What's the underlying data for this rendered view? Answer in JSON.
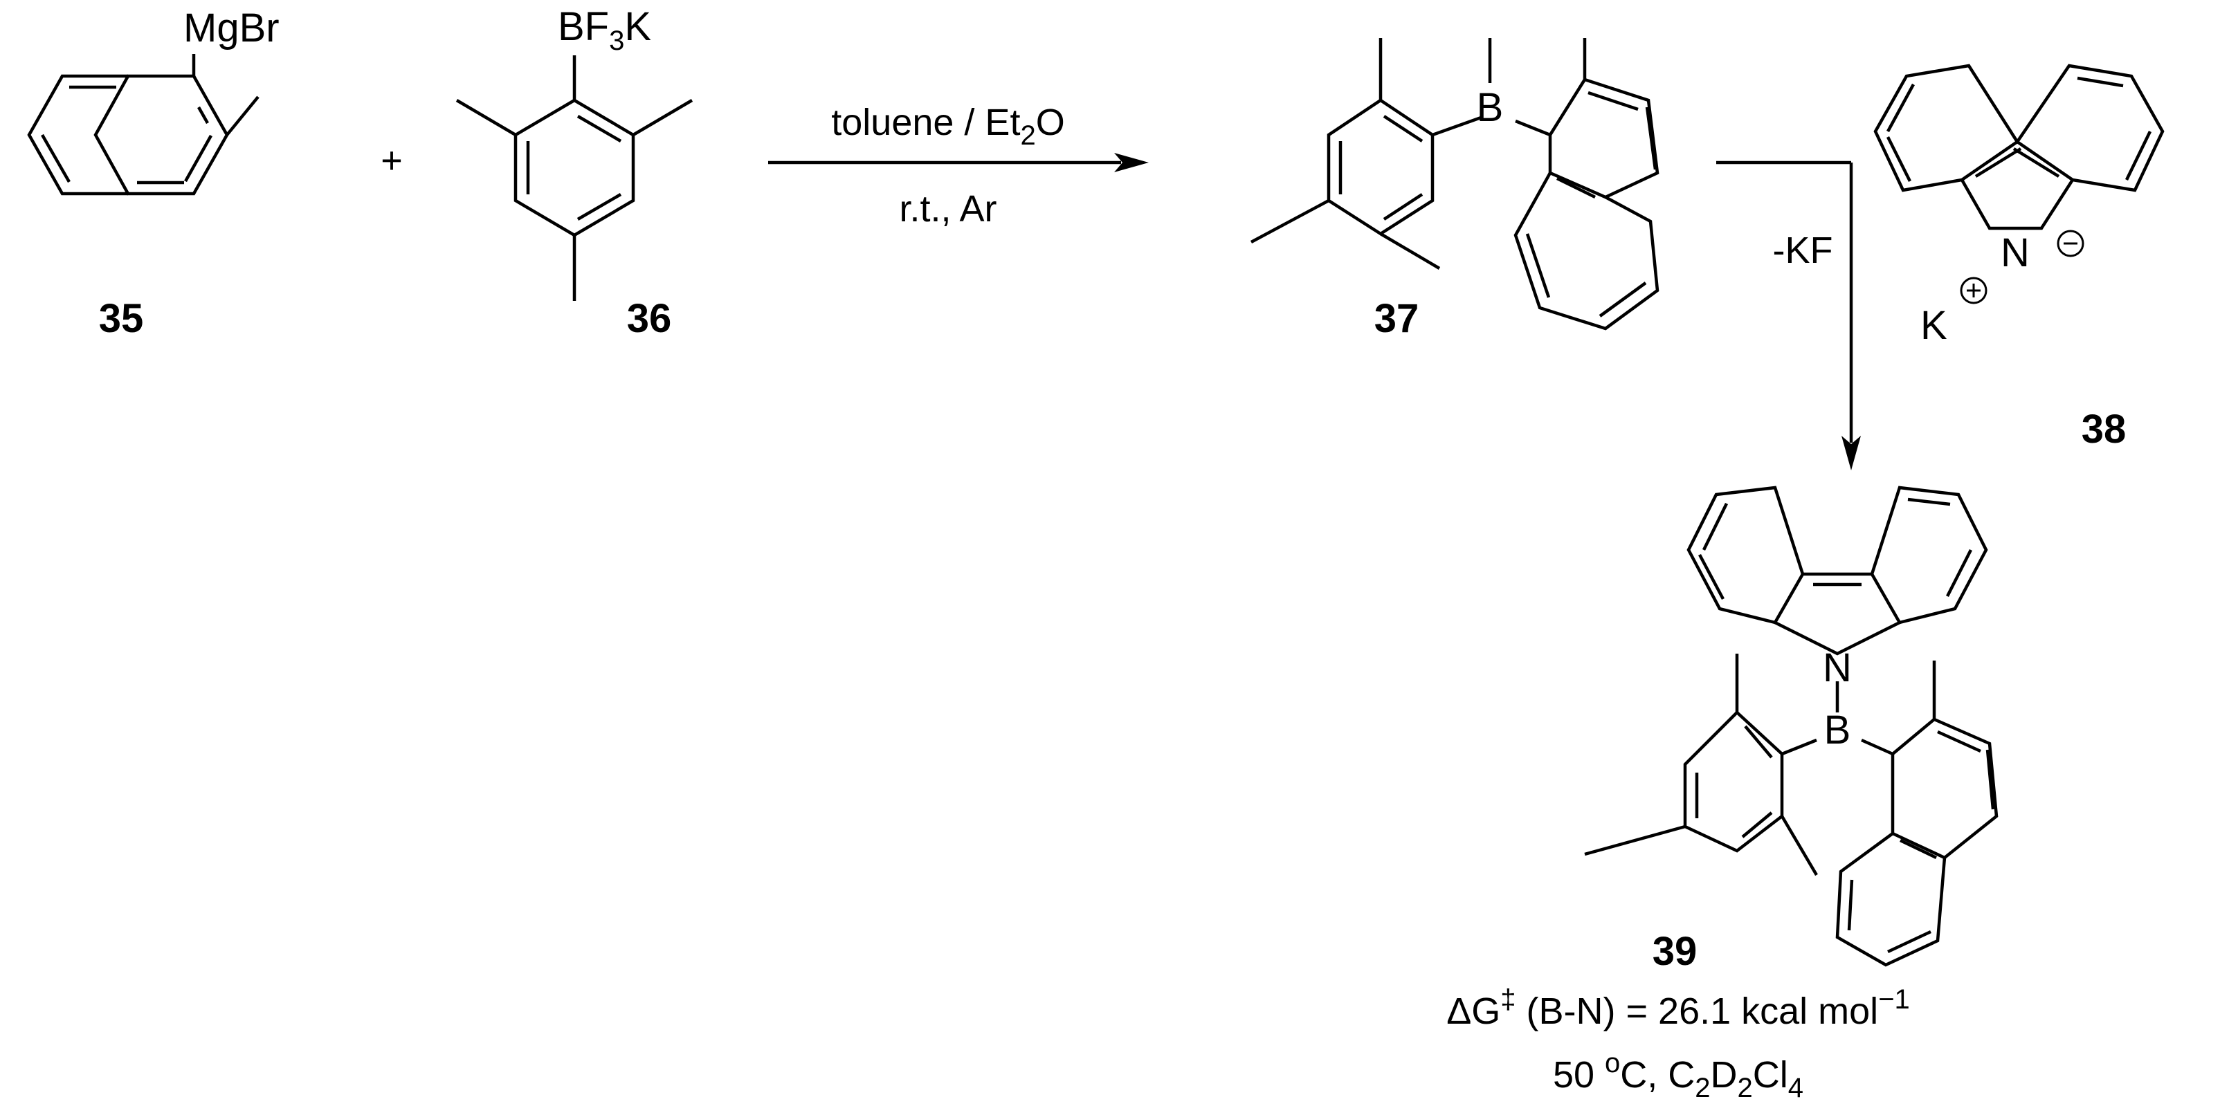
{
  "scheme": {
    "compounds": {
      "c35": {
        "number": "35",
        "substituent": "MgBr"
      },
      "c36": {
        "number": "36",
        "substituent_main": "BF",
        "substituent_sub": "3",
        "substituent_tail": "K"
      },
      "c37": {
        "number": "37",
        "boron": "B"
      },
      "c38": {
        "number": "38",
        "nitrogen": "N",
        "counterion": "K"
      },
      "c39": {
        "number": "39",
        "nitrogen": "N",
        "boron": "B"
      }
    },
    "plus_sign": "+",
    "arrow1": {
      "above_main": "toluene / Et",
      "above_sub": "2",
      "above_tail": "O",
      "below": "r.t., Ar"
    },
    "arrow2": {
      "label": "-KF"
    },
    "barrier": {
      "line1_main": "ΔG",
      "line1_sup": "‡",
      "line1_rest": " (B-N) = 26.1 kcal mol",
      "line1_sup2": "−1",
      "line2_a": "50 ",
      "line2_sup": "o",
      "line2_b": "C, C",
      "line2_sub1": "2",
      "line2_c": "D",
      "line2_sub2": "2",
      "line2_d": "Cl",
      "line2_sub3": "4"
    }
  }
}
